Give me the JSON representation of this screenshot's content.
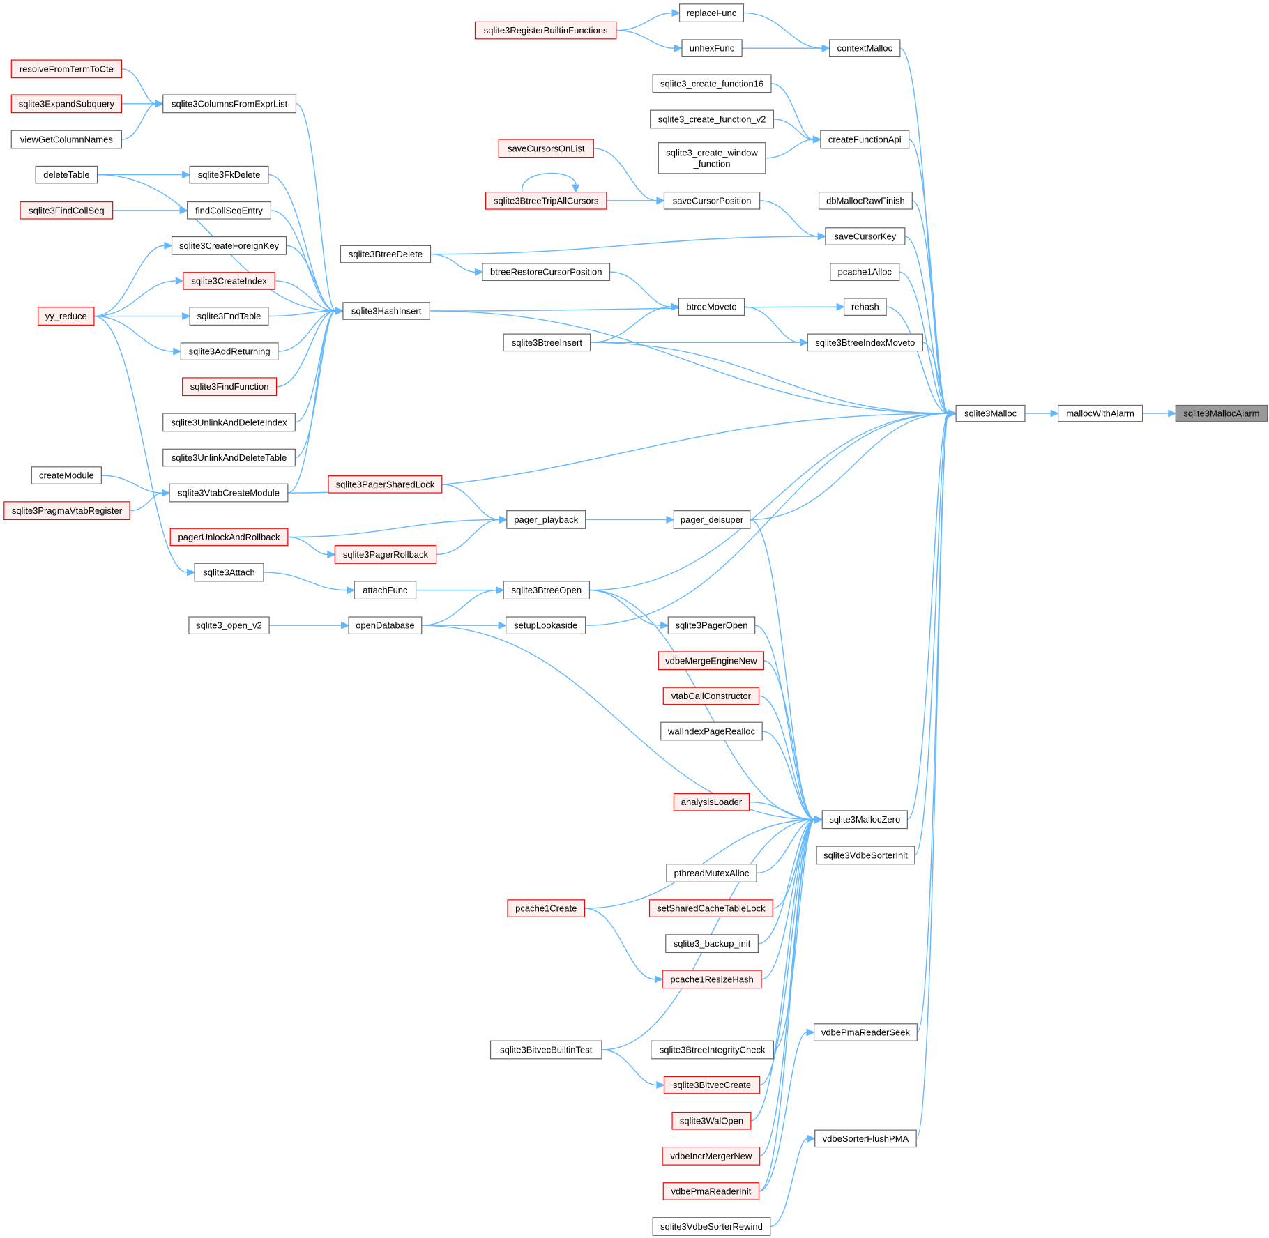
{
  "graph": {
    "root": "sqlite3MallocAlarm",
    "style": {
      "edge_color": "#63b8ff",
      "box_stroke_default": "#666666",
      "box_stroke_truncated": "#ff0000",
      "box_fill_default": "#ffffff",
      "box_fill_truncated": "#fff0f0",
      "root_fill": "#999999"
    },
    "nodes": [
      {
        "id": "sqlite3MallocAlarm",
        "label": "sqlite3MallocAlarm",
        "kind": "root"
      },
      {
        "id": "mallocWithAlarm",
        "label": "mallocWithAlarm",
        "kind": "normal"
      },
      {
        "id": "sqlite3Malloc",
        "label": "sqlite3Malloc",
        "kind": "normal"
      },
      {
        "id": "contextMalloc",
        "label": "contextMalloc",
        "kind": "normal"
      },
      {
        "id": "replaceFunc",
        "label": "replaceFunc",
        "kind": "normal"
      },
      {
        "id": "unhexFunc",
        "label": "unhexFunc",
        "kind": "normal"
      },
      {
        "id": "sqlite3RegisterBuiltinFunctions",
        "label": "sqlite3RegisterBuiltinFunctions",
        "kind": "truncated"
      },
      {
        "id": "createFunctionApi",
        "label": "createFunctionApi",
        "kind": "normal"
      },
      {
        "id": "sqlite3_create_function16",
        "label": "sqlite3_create_function16",
        "kind": "normal"
      },
      {
        "id": "sqlite3_create_function_v2",
        "label": "sqlite3_create_function_v2",
        "kind": "normal"
      },
      {
        "id": "sqlite3_create_window_function",
        "label": "sqlite3_create_window\n_function",
        "kind": "normal"
      },
      {
        "id": "dbMallocRawFinish",
        "label": "dbMallocRawFinish",
        "kind": "normal"
      },
      {
        "id": "saveCursorKey",
        "label": "saveCursorKey",
        "kind": "normal"
      },
      {
        "id": "saveCursorPosition",
        "label": "saveCursorPosition",
        "kind": "normal"
      },
      {
        "id": "saveCursorsOnList",
        "label": "saveCursorsOnList",
        "kind": "truncated"
      },
      {
        "id": "sqlite3BtreeTripAllCursors",
        "label": "sqlite3BtreeTripAllCursors",
        "kind": "truncated"
      },
      {
        "id": "sqlite3BtreeDelete",
        "label": "sqlite3BtreeDelete",
        "kind": "normal"
      },
      {
        "id": "pcache1Alloc",
        "label": "pcache1Alloc",
        "kind": "normal"
      },
      {
        "id": "rehash",
        "label": "rehash",
        "kind": "normal"
      },
      {
        "id": "sqlite3HashInsert",
        "label": "sqlite3HashInsert",
        "kind": "normal"
      },
      {
        "id": "sqlite3BtreeIndexMoveto",
        "label": "sqlite3BtreeIndexMoveto",
        "kind": "normal"
      },
      {
        "id": "btreeMoveto",
        "label": "btreeMoveto",
        "kind": "normal"
      },
      {
        "id": "btreeRestoreCursorPosition",
        "label": "btreeRestoreCursorPosition",
        "kind": "normal"
      },
      {
        "id": "sqlite3BtreeInsert",
        "label": "sqlite3BtreeInsert",
        "kind": "normal"
      },
      {
        "id": "sqlite3MallocZero",
        "label": "sqlite3MallocZero",
        "kind": "normal"
      },
      {
        "id": "sqlite3VdbeSorterInit",
        "label": "sqlite3VdbeSorterInit",
        "kind": "normal"
      },
      {
        "id": "vdbePmaReaderSeek",
        "label": "vdbePmaReaderSeek",
        "kind": "normal"
      },
      {
        "id": "vdbeSorterFlushPMA",
        "label": "vdbeSorterFlushPMA",
        "kind": "normal"
      },
      {
        "id": "sqlite3VdbeSorterRewind",
        "label": "sqlite3VdbeSorterRewind",
        "kind": "normal"
      },
      {
        "id": "pager_delsuper",
        "label": "pager_delsuper",
        "kind": "normal"
      },
      {
        "id": "pager_playback",
        "label": "pager_playback",
        "kind": "normal"
      },
      {
        "id": "sqlite3PagerSharedLock",
        "label": "sqlite3PagerSharedLock",
        "kind": "truncated"
      },
      {
        "id": "pagerUnlockAndRollback",
        "label": "pagerUnlockAndRollback",
        "kind": "truncated"
      },
      {
        "id": "sqlite3PagerRollback",
        "label": "sqlite3PagerRollback",
        "kind": "truncated"
      },
      {
        "id": "sqlite3BtreeOpen",
        "label": "sqlite3BtreeOpen",
        "kind": "normal"
      },
      {
        "id": "attachFunc",
        "label": "attachFunc",
        "kind": "normal"
      },
      {
        "id": "sqlite3Attach",
        "label": "sqlite3Attach",
        "kind": "normal"
      },
      {
        "id": "openDatabase",
        "label": "openDatabase",
        "kind": "normal"
      },
      {
        "id": "sqlite3_open_v2",
        "label": "sqlite3_open_v2",
        "kind": "normal"
      },
      {
        "id": "setupLookaside",
        "label": "setupLookaside",
        "kind": "normal"
      },
      {
        "id": "sqlite3PagerOpen",
        "label": "sqlite3PagerOpen",
        "kind": "normal"
      },
      {
        "id": "vdbeMergeEngineNew",
        "label": "vdbeMergeEngineNew",
        "kind": "truncated"
      },
      {
        "id": "vtabCallConstructor",
        "label": "vtabCallConstructor",
        "kind": "truncated"
      },
      {
        "id": "walIndexPageRealloc",
        "label": "walIndexPageRealloc",
        "kind": "normal"
      },
      {
        "id": "analysisLoader",
        "label": "analysisLoader",
        "kind": "truncated"
      },
      {
        "id": "pthreadMutexAlloc",
        "label": "pthreadMutexAlloc",
        "kind": "normal"
      },
      {
        "id": "setSharedCacheTableLock",
        "label": "setSharedCacheTableLock",
        "kind": "truncated"
      },
      {
        "id": "sqlite3_backup_init",
        "label": "sqlite3_backup_init",
        "kind": "normal"
      },
      {
        "id": "pcache1ResizeHash",
        "label": "pcache1ResizeHash",
        "kind": "truncated"
      },
      {
        "id": "pcache1Create",
        "label": "pcache1Create",
        "kind": "truncated"
      },
      {
        "id": "sqlite3BtreeIntegrityCheck",
        "label": "sqlite3BtreeIntegrityCheck",
        "kind": "normal"
      },
      {
        "id": "sqlite3BitvecCreate",
        "label": "sqlite3BitvecCreate",
        "kind": "truncated"
      },
      {
        "id": "sqlite3BitvecBuiltinTest",
        "label": "sqlite3BitvecBuiltinTest",
        "kind": "normal"
      },
      {
        "id": "sqlite3WalOpen",
        "label": "sqlite3WalOpen",
        "kind": "truncated"
      },
      {
        "id": "vdbeIncrMergerNew",
        "label": "vdbeIncrMergerNew",
        "kind": "truncated"
      },
      {
        "id": "vdbePmaReaderInit",
        "label": "vdbePmaReaderInit",
        "kind": "truncated"
      },
      {
        "id": "sqlite3ColumnsFromExprList",
        "label": "sqlite3ColumnsFromExprList",
        "kind": "normal"
      },
      {
        "id": "resolveFromTermToCte",
        "label": "resolveFromTermToCte",
        "kind": "truncated"
      },
      {
        "id": "sqlite3ExpandSubquery",
        "label": "sqlite3ExpandSubquery",
        "kind": "truncated"
      },
      {
        "id": "viewGetColumnNames",
        "label": "viewGetColumnNames",
        "kind": "normal"
      },
      {
        "id": "deleteTable",
        "label": "deleteTable",
        "kind": "normal"
      },
      {
        "id": "sqlite3FkDelete",
        "label": "sqlite3FkDelete",
        "kind": "normal"
      },
      {
        "id": "findCollSeqEntry",
        "label": "findCollSeqEntry",
        "kind": "normal"
      },
      {
        "id": "sqlite3FindCollSeq",
        "label": "sqlite3FindCollSeq",
        "kind": "truncated"
      },
      {
        "id": "sqlite3CreateForeignKey",
        "label": "sqlite3CreateForeignKey",
        "kind": "normal"
      },
      {
        "id": "sqlite3CreateIndex",
        "label": "sqlite3CreateIndex",
        "kind": "truncated"
      },
      {
        "id": "sqlite3EndTable",
        "label": "sqlite3EndTable",
        "kind": "normal"
      },
      {
        "id": "sqlite3AddReturning",
        "label": "sqlite3AddReturning",
        "kind": "normal"
      },
      {
        "id": "sqlite3FindFunction",
        "label": "sqlite3FindFunction",
        "kind": "truncated"
      },
      {
        "id": "sqlite3UnlinkAndDeleteIndex",
        "label": "sqlite3UnlinkAndDeleteIndex",
        "kind": "normal"
      },
      {
        "id": "sqlite3UnlinkAndDeleteTable",
        "label": "sqlite3UnlinkAndDeleteTable",
        "kind": "normal"
      },
      {
        "id": "sqlite3VtabCreateModule",
        "label": "sqlite3VtabCreateModule",
        "kind": "normal"
      },
      {
        "id": "createModule",
        "label": "createModule",
        "kind": "normal"
      },
      {
        "id": "sqlite3PragmaVtabRegister",
        "label": "sqlite3PragmaVtabRegister",
        "kind": "truncated"
      },
      {
        "id": "yy_reduce",
        "label": "yy_reduce",
        "kind": "truncated"
      }
    ],
    "edges": [
      {
        "from": "mallocWithAlarm",
        "to": "sqlite3MallocAlarm"
      },
      {
        "from": "sqlite3Malloc",
        "to": "mallocWithAlarm"
      },
      {
        "from": "contextMalloc",
        "to": "sqlite3Malloc"
      },
      {
        "from": "replaceFunc",
        "to": "contextMalloc"
      },
      {
        "from": "unhexFunc",
        "to": "contextMalloc"
      },
      {
        "from": "sqlite3RegisterBuiltinFunctions",
        "to": "replaceFunc"
      },
      {
        "from": "sqlite3RegisterBuiltinFunctions",
        "to": "unhexFunc"
      },
      {
        "from": "createFunctionApi",
        "to": "sqlite3Malloc"
      },
      {
        "from": "sqlite3_create_function16",
        "to": "createFunctionApi"
      },
      {
        "from": "sqlite3_create_function_v2",
        "to": "createFunctionApi"
      },
      {
        "from": "sqlite3_create_window_function",
        "to": "createFunctionApi"
      },
      {
        "from": "dbMallocRawFinish",
        "to": "sqlite3Malloc"
      },
      {
        "from": "saveCursorKey",
        "to": "sqlite3Malloc"
      },
      {
        "from": "saveCursorPosition",
        "to": "saveCursorKey"
      },
      {
        "from": "sqlite3BtreeDelete",
        "to": "saveCursorKey"
      },
      {
        "from": "saveCursorsOnList",
        "to": "saveCursorPosition"
      },
      {
        "from": "sqlite3BtreeTripAllCursors",
        "to": "saveCursorPosition"
      },
      {
        "from": "sqlite3BtreeTripAllCursors",
        "to": "sqlite3BtreeTripAllCursors"
      },
      {
        "from": "pcache1Alloc",
        "to": "sqlite3Malloc"
      },
      {
        "from": "rehash",
        "to": "sqlite3Malloc"
      },
      {
        "from": "sqlite3HashInsert",
        "to": "rehash"
      },
      {
        "from": "sqlite3HashInsert",
        "to": "sqlite3Malloc"
      },
      {
        "from": "sqlite3BtreeIndexMoveto",
        "to": "sqlite3Malloc"
      },
      {
        "from": "btreeMoveto",
        "to": "sqlite3BtreeIndexMoveto"
      },
      {
        "from": "sqlite3BtreeInsert",
        "to": "sqlite3BtreeIndexMoveto"
      },
      {
        "from": "sqlite3BtreeInsert",
        "to": "btreeMoveto"
      },
      {
        "from": "sqlite3BtreeInsert",
        "to": "sqlite3Malloc"
      },
      {
        "from": "btreeRestoreCursorPosition",
        "to": "btreeMoveto"
      },
      {
        "from": "sqlite3BtreeDelete",
        "to": "btreeRestoreCursorPosition"
      },
      {
        "from": "sqlite3MallocZero",
        "to": "sqlite3Malloc"
      },
      {
        "from": "sqlite3VdbeSorterInit",
        "to": "sqlite3Malloc"
      },
      {
        "from": "vdbePmaReaderSeek",
        "to": "sqlite3Malloc"
      },
      {
        "from": "vdbeSorterFlushPMA",
        "to": "sqlite3Malloc"
      },
      {
        "from": "vdbePmaReaderInit",
        "to": "vdbePmaReaderSeek"
      },
      {
        "from": "sqlite3VdbeSorterRewind",
        "to": "vdbeSorterFlushPMA"
      },
      {
        "from": "pager_delsuper",
        "to": "sqlite3Malloc"
      },
      {
        "from": "pager_playback",
        "to": "pager_delsuper"
      },
      {
        "from": "sqlite3PagerSharedLock",
        "to": "pager_playback"
      },
      {
        "from": "pagerUnlockAndRollback",
        "to": "pager_playback"
      },
      {
        "from": "pagerUnlockAndRollback",
        "to": "sqlite3PagerRollback"
      },
      {
        "from": "sqlite3PagerRollback",
        "to": "pager_playback"
      },
      {
        "from": "sqlite3BtreeOpen",
        "to": "sqlite3Malloc"
      },
      {
        "from": "sqlite3BtreeOpen",
        "to": "sqlite3PagerOpen"
      },
      {
        "from": "sqlite3BtreeOpen",
        "to": "sqlite3MallocZero"
      },
      {
        "from": "attachFunc",
        "to": "sqlite3BtreeOpen"
      },
      {
        "from": "sqlite3Attach",
        "to": "attachFunc"
      },
      {
        "from": "openDatabase",
        "to": "sqlite3BtreeOpen"
      },
      {
        "from": "openDatabase",
        "to": "setupLookaside"
      },
      {
        "from": "openDatabase",
        "to": "sqlite3MallocZero"
      },
      {
        "from": "sqlite3_open_v2",
        "to": "openDatabase"
      },
      {
        "from": "setupLookaside",
        "to": "sqlite3Malloc"
      },
      {
        "from": "sqlite3PagerOpen",
        "to": "sqlite3MallocZero"
      },
      {
        "from": "pager_delsuper",
        "to": "sqlite3MallocZero"
      },
      {
        "from": "vdbeMergeEngineNew",
        "to": "sqlite3MallocZero"
      },
      {
        "from": "vtabCallConstructor",
        "to": "sqlite3MallocZero"
      },
      {
        "from": "walIndexPageRealloc",
        "to": "sqlite3MallocZero"
      },
      {
        "from": "analysisLoader",
        "to": "sqlite3MallocZero"
      },
      {
        "from": "pthreadMutexAlloc",
        "to": "sqlite3MallocZero"
      },
      {
        "from": "setSharedCacheTableLock",
        "to": "sqlite3MallocZero"
      },
      {
        "from": "sqlite3_backup_init",
        "to": "sqlite3MallocZero"
      },
      {
        "from": "pcache1ResizeHash",
        "to": "sqlite3MallocZero"
      },
      {
        "from": "pcache1Create",
        "to": "sqlite3MallocZero"
      },
      {
        "from": "pcache1Create",
        "to": "pcache1ResizeHash"
      },
      {
        "from": "sqlite3BtreeIntegrityCheck",
        "to": "sqlite3MallocZero"
      },
      {
        "from": "sqlite3BitvecCreate",
        "to": "sqlite3MallocZero"
      },
      {
        "from": "sqlite3BitvecBuiltinTest",
        "to": "sqlite3MallocZero"
      },
      {
        "from": "sqlite3BitvecBuiltinTest",
        "to": "sqlite3BitvecCreate"
      },
      {
        "from": "sqlite3WalOpen",
        "to": "sqlite3MallocZero"
      },
      {
        "from": "vdbeIncrMergerNew",
        "to": "sqlite3MallocZero"
      },
      {
        "from": "vdbePmaReaderInit",
        "to": "sqlite3MallocZero"
      },
      {
        "from": "sqlite3ColumnsFromExprList",
        "to": "sqlite3HashInsert"
      },
      {
        "from": "resolveFromTermToCte",
        "to": "sqlite3ColumnsFromExprList"
      },
      {
        "from": "sqlite3ExpandSubquery",
        "to": "sqlite3ColumnsFromExprList"
      },
      {
        "from": "viewGetColumnNames",
        "to": "sqlite3ColumnsFromExprList"
      },
      {
        "from": "deleteTable",
        "to": "sqlite3HashInsert"
      },
      {
        "from": "deleteTable",
        "to": "sqlite3FkDelete"
      },
      {
        "from": "sqlite3FkDelete",
        "to": "sqlite3HashInsert"
      },
      {
        "from": "findCollSeqEntry",
        "to": "sqlite3HashInsert"
      },
      {
        "from": "sqlite3FindCollSeq",
        "to": "findCollSeqEntry"
      },
      {
        "from": "sqlite3CreateForeignKey",
        "to": "sqlite3HashInsert"
      },
      {
        "from": "sqlite3CreateIndex",
        "to": "sqlite3HashInsert"
      },
      {
        "from": "sqlite3EndTable",
        "to": "sqlite3HashInsert"
      },
      {
        "from": "sqlite3AddReturning",
        "to": "sqlite3HashInsert"
      },
      {
        "from": "sqlite3FindFunction",
        "to": "sqlite3HashInsert"
      },
      {
        "from": "sqlite3UnlinkAndDeleteIndex",
        "to": "sqlite3HashInsert"
      },
      {
        "from": "sqlite3UnlinkAndDeleteTable",
        "to": "sqlite3HashInsert"
      },
      {
        "from": "sqlite3VtabCreateModule",
        "to": "sqlite3HashInsert"
      },
      {
        "from": "sqlite3VtabCreateModule",
        "to": "sqlite3Malloc"
      },
      {
        "from": "createModule",
        "to": "sqlite3VtabCreateModule"
      },
      {
        "from": "sqlite3PragmaVtabRegister",
        "to": "sqlite3VtabCreateModule"
      },
      {
        "from": "yy_reduce",
        "to": "sqlite3CreateForeignKey"
      },
      {
        "from": "yy_reduce",
        "to": "sqlite3CreateIndex"
      },
      {
        "from": "yy_reduce",
        "to": "sqlite3EndTable"
      },
      {
        "from": "yy_reduce",
        "to": "sqlite3AddReturning"
      },
      {
        "from": "yy_reduce",
        "to": "sqlite3Attach"
      }
    ]
  }
}
